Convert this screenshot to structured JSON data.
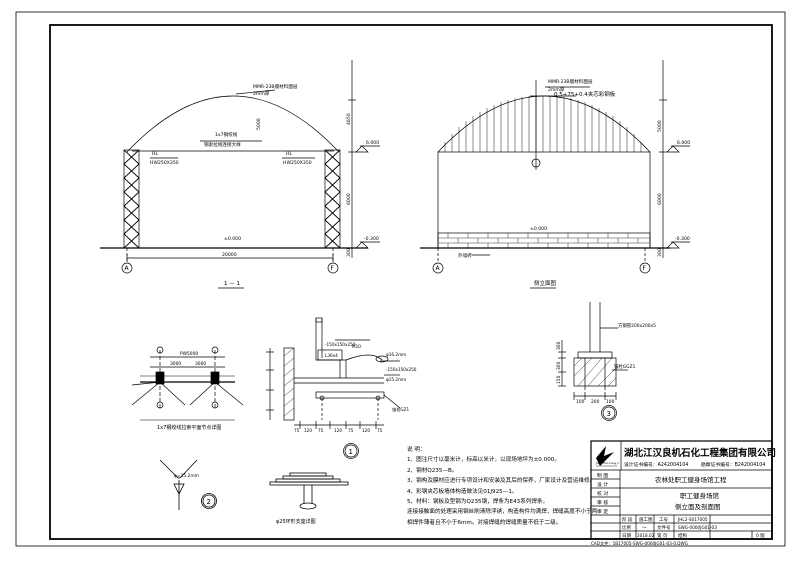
{
  "elevation_1_1": {
    "label_top_membrane": "MMR-23B膜材料面层",
    "label_thickness": "2mm厚",
    "label_rod_a": "1x7钢绞线",
    "label_rod_b": "钢索拉线连接大样",
    "label_hl_left": "HL",
    "label_hw_left": "HW250X350",
    "label_hl_right": "HL",
    "label_hw_right": "HW250X350",
    "dim_rise": "5000",
    "dim_top": "4650",
    "dim_column": "6000",
    "dim_base": "300",
    "level_top": "6.000",
    "level_ground": "±0.000",
    "level_bottom": "-0.300",
    "span": "20000",
    "axis_a": "A",
    "axis_f": "F",
    "caption": "1 — 1"
  },
  "elevation_side": {
    "label_top_membrane": "MMR-23B膜材料面层",
    "label_thickness": "2mm厚",
    "label_panel": "0.5+75+0.4夹芯彩钢板",
    "dim_rise": "5000",
    "dim_column": "6000",
    "dim_base": "300",
    "level_top": "6.000",
    "level_ground": "±0.000",
    "level_bottom": "-0.300",
    "label_wall": "外墙砖",
    "axis_a": "A",
    "axis_f": "F",
    "caption": "侧立面图"
  },
  "detail_plan": {
    "dim_a": "PW5000",
    "dim_b": "3000",
    "dim_c": "3000",
    "caption": "1x7钢绞线拉索平面节点详图"
  },
  "detail_1": {
    "label_a": "-150x150x250",
    "label_b": "L36x4",
    "label_c": "φ16.2mm",
    "label_d": "M10",
    "label_e": "-150x150x250",
    "label_f": "φ15.2mm",
    "label_g": "锚栓GZ1",
    "dims_bottom": [
      "75",
      "120",
      "75",
      "120",
      "75",
      "120",
      "75"
    ],
    "marker": "1"
  },
  "detail_2": {
    "label": "φ=15.2mm",
    "marker": "2"
  },
  "detail_ring": {
    "caption": "φ25环形支座详图"
  },
  "detail_3": {
    "label_plate": "方钢管200x200x5",
    "label_anchor": "锚栓GGZ1",
    "dims": [
      "100",
      "200",
      "100"
    ],
    "dim_h1": "300",
    "dim_h2": "300",
    "dim_h3": "150",
    "marker": "3"
  },
  "notes": {
    "heading": "说 明：",
    "lines": [
      "1、图注尺寸以毫米计，标高以米计，以现场地坪为±0.000。",
      "2、钢材Q235—B。",
      "3、钢构及膜材应进行专项设计和安装及其后的保养，厂家设计及营运维修。",
      "4、彩钢夹芯板墙体构造做法见01J925—1。",
      "5、材料：钢板及型钢为Q235钢，焊条为E43系列焊条。",
      "   连接接触面的处理采用钢丝刷清除浮锈，构造构件均满焊，焊缝高度不小于两",
      "   相焊件薄者且不小于6mm。对接焊缝的焊缝质量不低于二级。"
    ]
  },
  "title_block": {
    "company": "湖北江汉良机石化工程集团有限公司",
    "design_cert": "设计证书编号：A242004104",
    "survey_cert": "勘察证书编号：B242004104",
    "row_labels": [
      "制 图",
      "设 计",
      "校 对",
      "审 核",
      "审 定"
    ],
    "project": "农林处职工健身场馆工程",
    "drawing_title_1": "职工健身场馆",
    "drawing_title_2": "侧立面及剖面图",
    "phase_label": "阶 段",
    "phase_value": "施工图",
    "no_label": "工号",
    "no_value": "JHL2-S017005",
    "ratio_label": "比例",
    "ratio_value": "～",
    "file_label": "文件号",
    "file_value": "SWG-0000JG01-03",
    "date_label": "日期",
    "date_value": "2018.02",
    "page_label": "第 页",
    "type_label": "结构",
    "rev_label": "0 版",
    "cad_file": "CAD文件：1B17005-SWG-0000JG01-03-0.DWG"
  }
}
